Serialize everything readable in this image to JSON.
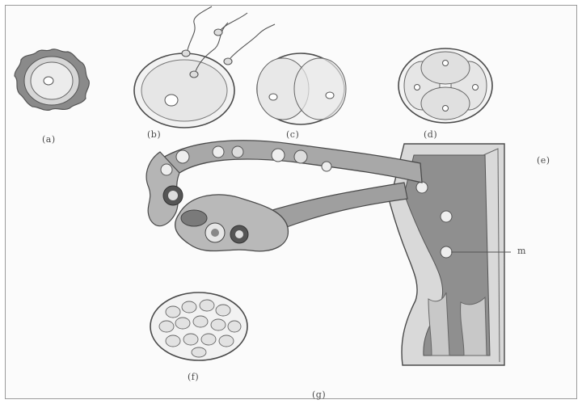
{
  "figure": {
    "labels": {
      "a": "(a)",
      "b": "(b)",
      "c": "(c)",
      "d": "(d)",
      "e": "(e)",
      "f": "(f)",
      "g": "(g)",
      "m": "m"
    }
  },
  "colors": {
    "outline": "#4a4a4a",
    "cell_fill": "#efefef",
    "tube_fill": "#a8a8a8",
    "uterus_fill": "#8f8f8f",
    "ovary_fill": "#b9b9b9"
  }
}
